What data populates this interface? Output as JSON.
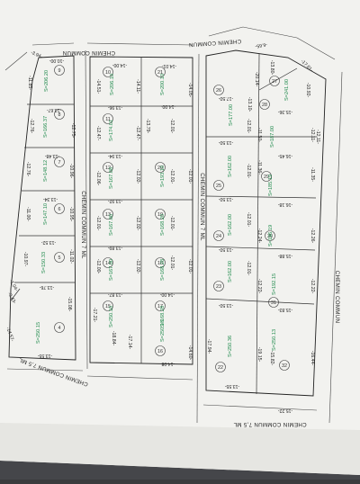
{
  "colors": {
    "paper": "#f2f2ef",
    "background": "#3b3b3d",
    "area_text": "#1f8a4c",
    "line": "#333333",
    "circle": "#444444"
  },
  "roads": {
    "top_left": "CHEMIN COMMUN",
    "top_right": "CHEMIN COMMUN",
    "center_left": "CHEMIN COMMUN 7 ML",
    "center_right": "CHEMIN COMMUN 7 ML",
    "right_side": "CHEMIN COMMUN",
    "bottom_left": "CHEMIN COMMUN 7,5 ML",
    "bottom_right": "CHEMIN COMMUN 7,5 ML"
  },
  "blocks": [
    {
      "id": "left",
      "lots": [
        {
          "no": "9",
          "area": "S=206.20"
        },
        {
          "no": "8",
          "area": "S=166.37"
        },
        {
          "no": "7",
          "area": "S=148.12"
        },
        {
          "no": "6",
          "area": "S=147.10"
        },
        {
          "no": "5",
          "area": "S=150.33"
        },
        {
          "no": "4",
          "area": "S=250.15"
        }
      ],
      "dims": [
        "-10.00-",
        "-13.67-",
        "-13.48-",
        "-13.34-",
        "-13.52-",
        "-13.76-",
        "-13.55-",
        "-3.94-",
        "-11.85-",
        "-12.76-",
        "-12.75-",
        "-12.76-",
        "-11.00-",
        "-10.97-",
        "-10.95-",
        "-10.96-",
        "-11.02-",
        "-15.08-",
        "-3.43-",
        "-1.04-",
        "-14.57-"
      ]
    },
    {
      "id": "middle",
      "lots": [
        {
          "no": "10",
          "area": "S=206.10"
        },
        {
          "no": "11",
          "area": "S=174.01"
        },
        {
          "no": "12",
          "area": "S=167.08"
        },
        {
          "no": "13",
          "area": "S=167.00"
        },
        {
          "no": "14",
          "area": "S=167.00"
        },
        {
          "no": "15",
          "area": "S=250.10"
        },
        {
          "no": "16",
          "area": "S=250.13"
        },
        {
          "no": "17",
          "area": "S=168.28"
        },
        {
          "no": "18",
          "area": "S=168.28"
        },
        {
          "no": "19",
          "area": "S=168.20"
        },
        {
          "no": "20",
          "area": "S=193.10"
        },
        {
          "no": "21",
          "area": "S=200.10"
        }
      ],
      "dims": [
        "-14.00-",
        "-14.01-",
        "-13.96-",
        "-14.00-",
        "-13.94-",
        "-13.92-",
        "-13.89-",
        "-13.87-",
        "-14.00-",
        "-14.08-",
        "-14.51-",
        "-12.47-",
        "-12.06-",
        "-12.01-",
        "-12.00-",
        "-12.02-",
        "-17.21-",
        "-18.84-",
        "-17.14-",
        "-14.11-",
        "-12.47-",
        "-12.02-",
        "-12.02-",
        "-12.01-",
        "-12.01-",
        "-13.79-",
        "-12.01-",
        "-12.01-",
        "-12.01-",
        "-12.01-",
        "-14.05-",
        "-14.60-"
      ]
    },
    {
      "id": "right",
      "lots": [
        {
          "no": "22",
          "area": "S=250.36"
        },
        {
          "no": "23",
          "area": "S=162.00"
        },
        {
          "no": "24",
          "area": "S=162.00"
        },
        {
          "no": "25",
          "area": "S=162.00"
        },
        {
          "no": "26",
          "area": "S=177.00"
        },
        {
          "no": "27",
          "area": "S=241.00"
        },
        {
          "no": "28",
          "area": "S=187.00"
        },
        {
          "no": "29",
          "area": "S=185.19"
        },
        {
          "no": "30",
          "area": "S=196.19"
        },
        {
          "no": "31",
          "area": "S=192.15"
        },
        {
          "no": "32",
          "area": "S=250.13"
        }
      ],
      "dims": [
        "-17.61-",
        "-6.65-",
        "-13.80-",
        "-12.11-",
        "-20.14-",
        "-17.50-",
        "-13.50-",
        "-13.50-",
        "-13.50-",
        "-13.50-",
        "-13.55-",
        "-15.36-",
        "-16.45-",
        "-16.18-",
        "-15.88-",
        "-15.83-",
        "-15.22-",
        "-12.01-",
        "-12.01-",
        "-12.01-",
        "-12.01-",
        "-17.94-",
        "-13.10-",
        "-11.50-",
        "-11.36-",
        "-12.24-",
        "-12.22-",
        "-19.15-",
        "-15.82-",
        "-10.92-",
        "-12.11-",
        "-11.35-",
        "-12.26-",
        "-12.22-",
        "-16.44-"
      ]
    }
  ]
}
